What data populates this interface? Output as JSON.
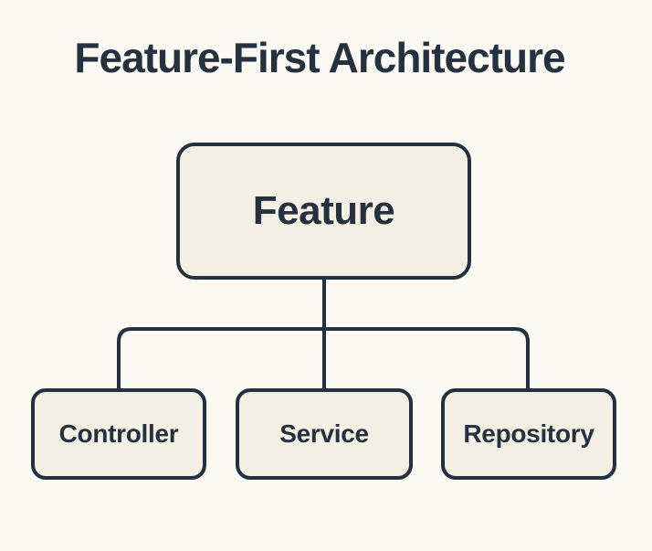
{
  "title": "Feature-First Architecture",
  "colors": {
    "background": "#faf9f4",
    "node_fill": "#f2efe4",
    "stroke": "#25303c",
    "text": "#27313e"
  },
  "diagram": {
    "type": "tree",
    "root": {
      "label": "Feature"
    },
    "children": [
      {
        "label": "Controller"
      },
      {
        "label": "Service"
      },
      {
        "label": "Repository"
      }
    ],
    "edges": [
      [
        "Feature",
        "Controller"
      ],
      [
        "Feature",
        "Service"
      ],
      [
        "Feature",
        "Repository"
      ]
    ]
  }
}
